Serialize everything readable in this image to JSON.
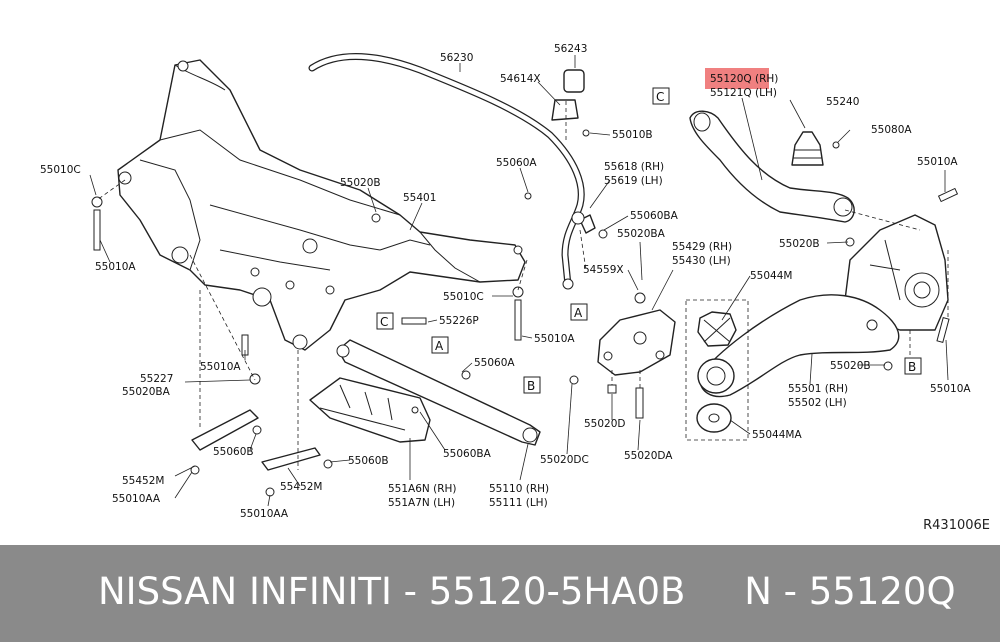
{
  "labels": {
    "l56230": "56230",
    "l56243": "56243",
    "l54614x": "54614X",
    "l55010b": "55010B",
    "l55060a_top": "55060A",
    "l55618": "55618 (RH)",
    "l55619": "55619 (LH)",
    "l55060ba_top": "55060BA",
    "l55020ba_top": "55020BA",
    "l55120q": "55120Q (RH)",
    "l55121q": "55121Q (LH)",
    "l55240": "55240",
    "l55080a": "55080A",
    "l55010a_right": "55010A",
    "l55010c_left": "55010C",
    "l55010a_left": "55010A",
    "l55020b_mid": "55020B",
    "l55401": "55401",
    "l55429": "55429 (RH)",
    "l55430": "55430 (LH)",
    "l55044m": "55044M",
    "l55020b_right": "55020B",
    "l54559x": "54559X",
    "l55010c_mid": "55010C",
    "l55226p": "55226P",
    "l55010a_mid": "55010A",
    "l55010a_bl": "55010A",
    "l55227": "55227",
    "l55020ba_left": "55020BA",
    "l55060a_mid": "55060A",
    "l55060b_left": "55060B",
    "l55452m_left": "55452M",
    "l55010aa_left": "55010AA",
    "l55452m_mid": "55452M",
    "l55060b_mid": "55060B",
    "l55010aa_mid": "55010AA",
    "l551a6n": "551A6N (RH)",
    "l551a7n": "551A7N (LH)",
    "l55060ba_mid": "55060BA",
    "l55110": "55110 (RH)",
    "l55111": "55111 (LH)",
    "l55020dc": "55020DC",
    "l55020d": "55020D",
    "l55020da": "55020DA",
    "l55044ma": "55044MA",
    "l55501": "55501 (RH)",
    "l55502": "55502 (LH)",
    "l55020b_lower": "55020B",
    "l55010a_lr": "55010A",
    "diagram_code": "R431006E"
  },
  "box_markers": {
    "c_top": "C",
    "c_mid": "C",
    "a_mid": "A",
    "a_arm": "A",
    "b_arm": "B",
    "b_right": "B"
  },
  "footer": {
    "title": "NISSAN INFINITI - 55120-5HA0B     N - 55120Q"
  },
  "highlight_color": "#f08080"
}
